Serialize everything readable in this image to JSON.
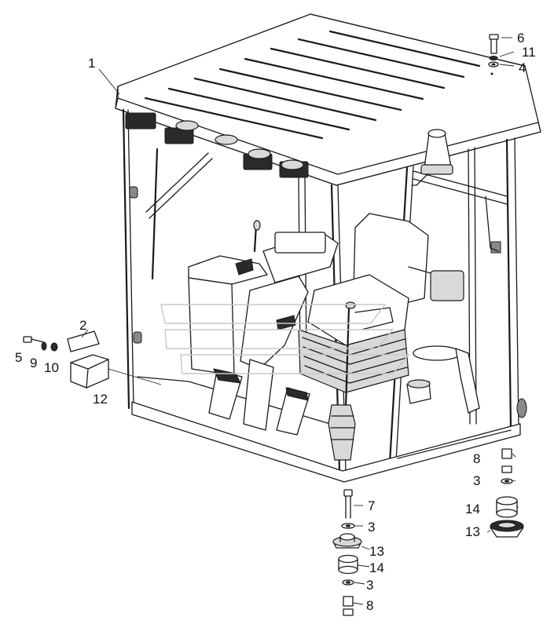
{
  "callouts": [
    {
      "id": "c1",
      "text": "1"
    },
    {
      "id": "c2",
      "text": "2"
    },
    {
      "id": "c5",
      "text": "5"
    },
    {
      "id": "c9",
      "text": "9"
    },
    {
      "id": "c10",
      "text": "10"
    },
    {
      "id": "c12",
      "text": "12"
    },
    {
      "id": "c6",
      "text": "6"
    },
    {
      "id": "c11",
      "text": "11"
    },
    {
      "id": "c4",
      "text": "4"
    },
    {
      "id": "c8a",
      "text": "8"
    },
    {
      "id": "c3a",
      "text": "3"
    },
    {
      "id": "c14a",
      "text": "14"
    },
    {
      "id": "c13a",
      "text": "13"
    },
    {
      "id": "c7",
      "text": "7"
    },
    {
      "id": "c3b",
      "text": "3"
    },
    {
      "id": "c13b",
      "text": "13"
    },
    {
      "id": "c14b",
      "text": "14"
    },
    {
      "id": "c3c",
      "text": "3"
    },
    {
      "id": "c8b",
      "text": "8"
    }
  ],
  "colors": {
    "line": "#1a1a1a",
    "background": "#ffffff",
    "watermark": "#c8c8c8"
  }
}
